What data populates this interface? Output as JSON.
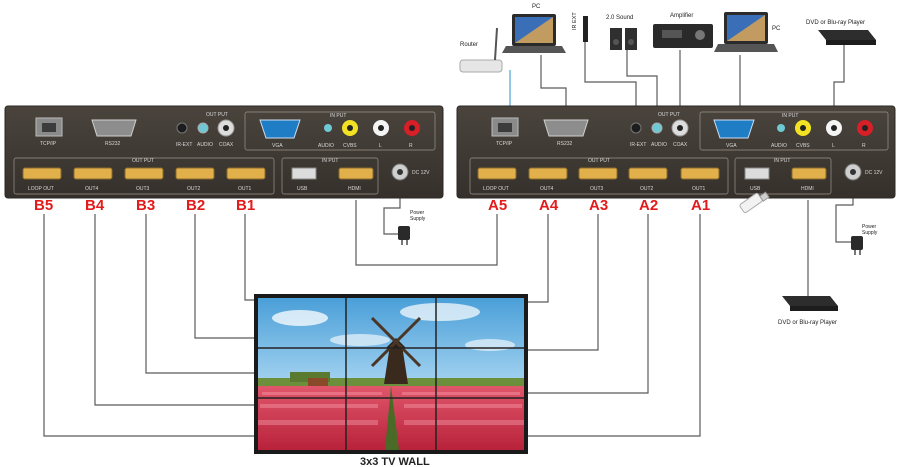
{
  "colors": {
    "panel": "#3e3933",
    "panel_edge": "#2b2723",
    "hdmi": "#e2b04a",
    "port_label": "#e31b1b",
    "wire": "#5a5a5a"
  },
  "wall_caption": "3x3 TV  WALL",
  "unitB": {
    "section_output": "OUT PUT",
    "section_input": "IN PUT",
    "section_audio_out": "OUT PUT",
    "tcpip": "TCP/IP",
    "rs232": "RS232",
    "ir_ext": "IR-EXT",
    "audio": "AUDIO",
    "coax": "COAX",
    "vga": "VGA",
    "cvbs": "CVBS",
    "l": "L",
    "r": "R",
    "usb": "USB",
    "hdmi": "HDMI",
    "dc": "DC 12V",
    "hdmi_ports": [
      "LOOP OUT",
      "OUT4",
      "OUT3",
      "OUT2",
      "OUT1"
    ],
    "port_names": [
      "B5",
      "B4",
      "B3",
      "B2",
      "B1"
    ]
  },
  "unitA": {
    "section_output": "OUT PUT",
    "section_input": "IN PUT",
    "section_audio_out": "OUT PUT",
    "tcpip": "TCP/IP",
    "rs232": "RS232",
    "ir_ext": "IR-EXT",
    "audio": "AUDIO",
    "coax": "COAX",
    "vga": "VGA",
    "cvbs": "CVBS",
    "l": "L",
    "r": "R",
    "usb": "USB",
    "hdmi": "HDMI",
    "dc": "DC 12V",
    "hdmi_ports": [
      "LOOP OUT",
      "OUT4",
      "OUT3",
      "OUT2",
      "OUT1"
    ],
    "port_names": [
      "A5",
      "A4",
      "A3",
      "A2",
      "A1"
    ]
  },
  "devices": {
    "router": "Router",
    "pc_left": "PC",
    "ir_ext": "IR EXT",
    "sound": "2.0 Sound",
    "amplifier": "Amplifier",
    "pc_right": "PC",
    "dvd_top": "DVD or Blu-ray Player",
    "dvd_bottom": "DVD or Blu-ray Player",
    "power_left": "Power\nSupply",
    "power_right": "Power\nSupply"
  }
}
